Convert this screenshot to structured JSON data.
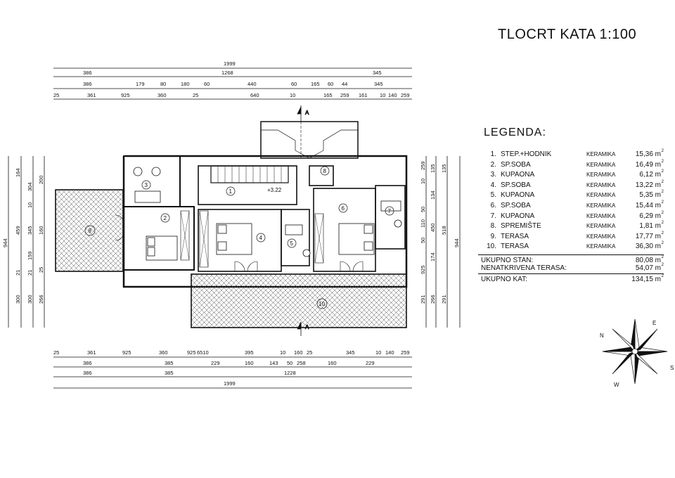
{
  "title": "TLOCRT KATA 1:100",
  "legend_title": "LEGENDA:",
  "rooms": [
    {
      "no": "1.",
      "name": "STEP.+HODNIK",
      "floor": "KERAMIKA",
      "area": "15,36 m"
    },
    {
      "no": "2.",
      "name": "SP.SOBA",
      "floor": "KERAMIKA",
      "area": "16,49 m"
    },
    {
      "no": "3.",
      "name": "KUPAONA",
      "floor": "KERAMIKA",
      "area": "6,12 m"
    },
    {
      "no": "4.",
      "name": "SP.SOBA",
      "floor": "KERAMIKA",
      "area": "13,22 m"
    },
    {
      "no": "5.",
      "name": "KUPAONA",
      "floor": "KERAMIKA",
      "area": "5,35 m"
    },
    {
      "no": "6.",
      "name": "SP.SOBA",
      "floor": "KERAMIKA",
      "area": "15,44 m"
    },
    {
      "no": "7.",
      "name": "KUPAONA",
      "floor": "KERAMIKA",
      "area": "6,29 m"
    },
    {
      "no": "8.",
      "name": "SPREMIŠTE",
      "floor": "KERAMIKA",
      "area": "1,81 m"
    },
    {
      "no": "9.",
      "name": "TERASA",
      "floor": "KERAMIKA",
      "area": "17,77 m"
    },
    {
      "no": "10.",
      "name": "TERASA",
      "floor": "KERAMIKA",
      "area": "36,30 m"
    }
  ],
  "totals": [
    {
      "name": "UKUPNO STAN:",
      "area": "80,08 m"
    },
    {
      "name": "NENATKRIVENA TERASA:",
      "area": "54,07 m"
    },
    {
      "name": "UKUPNO KAT:",
      "area": "134,15 m"
    }
  ],
  "unit_sup": "2",
  "section_mark": "A",
  "compass": {
    "n": "N",
    "e": "E",
    "s": "S",
    "w": "W"
  },
  "room_numbers": [
    "1",
    "2",
    "3",
    "4",
    "5",
    "6",
    "7",
    "8",
    "9",
    "10"
  ],
  "level_mark": "+3.22",
  "dims": {
    "top_overall": "1999",
    "top_row2": [
      "386",
      "1268",
      "345"
    ],
    "top_row3": [
      "386",
      "179",
      "80",
      "180",
      "60",
      "440",
      "60",
      "165",
      "60",
      "44",
      "345"
    ],
    "top_row4": [
      "25",
      "361",
      "925",
      "360",
      "25",
      "640",
      "10",
      "165",
      "259",
      "161",
      "10",
      "140",
      "259"
    ],
    "bottom_row1": [
      "25",
      "361",
      "925",
      "360",
      "925",
      "6510",
      "395",
      "10",
      "160",
      "25",
      "345",
      "10",
      "140",
      "259"
    ],
    "bottom_row2": [
      "386",
      "385",
      "229",
      "160",
      "143",
      "50",
      "258",
      "160",
      "229"
    ],
    "bottom_row3": [
      "386",
      "385",
      "1228"
    ],
    "bottom_overall": "1999",
    "left_outer": "944",
    "left_mid": [
      "164",
      "459",
      "21",
      "300"
    ],
    "left_inner": [
      "304",
      "10",
      "345",
      "159",
      "21",
      "300"
    ],
    "left_inner2": [
      "200",
      "160",
      "25",
      "266"
    ],
    "right_outer": "944",
    "right_mid": [
      "135",
      "518",
      "291"
    ],
    "right_inner": [
      "135",
      "134",
      "450",
      "174",
      "266"
    ],
    "right_inner2": [
      "259",
      "10",
      "50",
      "110",
      "50",
      "925",
      "291"
    ]
  }
}
